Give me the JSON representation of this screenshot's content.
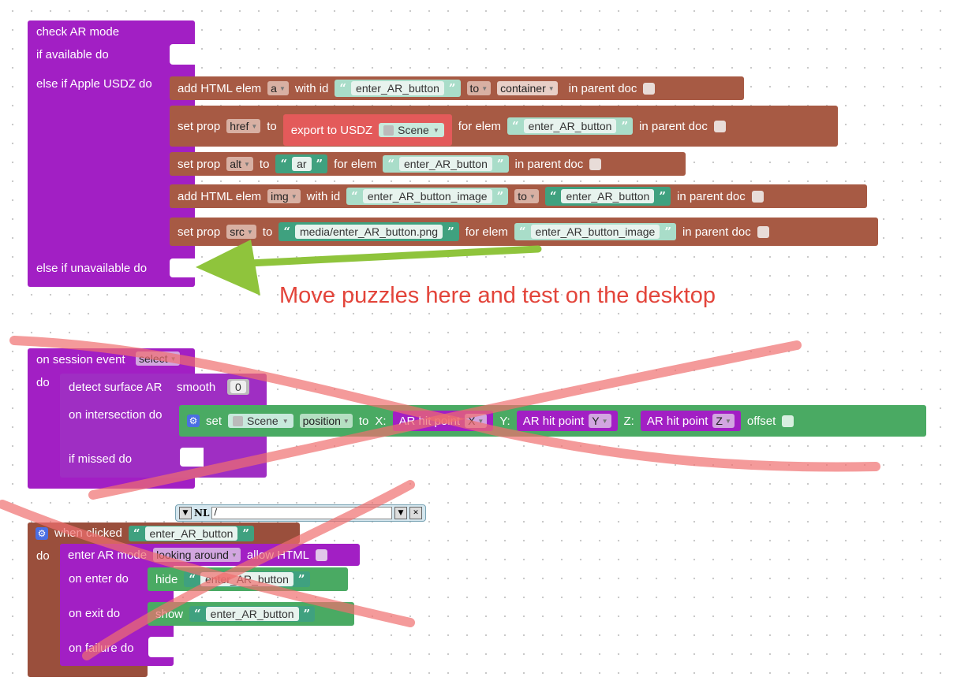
{
  "block1": {
    "title": "check AR mode",
    "if_available": "if available do",
    "else_apple": "else if Apple USDZ do",
    "else_unavailable": "else if unavailable do",
    "rows": [
      {
        "pre": "add HTML elem",
        "dd": "a",
        "mid": "with id",
        "str": "enter_AR_button",
        "mid2": "to",
        "dd2": "container",
        "post": "in parent doc"
      },
      {
        "pre": "set prop",
        "dd": "href",
        "mid": "to",
        "func": "export to USDZ",
        "obj": "Scene",
        "mid2": "for elem",
        "str": "enter_AR_button",
        "post": "in parent doc"
      },
      {
        "pre": "set prop",
        "dd": "alt",
        "mid": "to",
        "str": "ar",
        "mid2": "for elem",
        "str2": "enter_AR_button",
        "post": "in parent doc"
      },
      {
        "pre": "add HTML elem",
        "dd": "img",
        "mid": "with id",
        "str": "enter_AR_button_image",
        "mid2": "to",
        "str2": "enter_AR_button",
        "post": "in parent doc"
      },
      {
        "pre": "set prop",
        "dd": "src",
        "mid": "to",
        "str": "media/enter_AR_button.png",
        "mid2": "for elem",
        "str2": "enter_AR_button_image",
        "post": "in parent doc"
      }
    ]
  },
  "annotation": "Move puzzles here and test on the desktop",
  "block2": {
    "event_pre": "on session event",
    "event_dd": "select",
    "do": "do",
    "detect": "detect surface AR",
    "smooth": "smooth",
    "smooth_val": "0",
    "on_intersection": "on intersection do",
    "if_missed": "if missed do",
    "set": "set",
    "obj": "Scene",
    "prop": "position",
    "to": "to",
    "x": "X:",
    "y": "Y:",
    "z": "Z:",
    "hit": "AR hit point",
    "hx": "X",
    "hy": "Y",
    "hz": "Z",
    "offset": "offset"
  },
  "widget": {
    "nl": "NL",
    "value": "/"
  },
  "block3": {
    "when": "when clicked",
    "str": "enter_AR_button",
    "do": "do",
    "enter": "enter AR mode",
    "mode": "looking around",
    "allow": "allow HTML",
    "on_enter": "on enter do",
    "on_exit": "on exit do",
    "on_failure": "on failure do",
    "hide": "hide",
    "show": "show"
  }
}
